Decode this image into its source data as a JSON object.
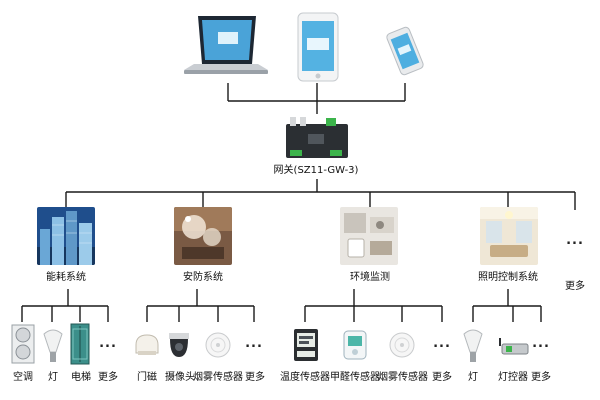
{
  "gateway": {
    "label": "网关(SZ11-GW-3)"
  },
  "subsystems": [
    {
      "label": "能耗系统",
      "image": "office-buildings"
    },
    {
      "label": "安防系统",
      "image": "security-scene"
    },
    {
      "label": "环境监测",
      "image": "environment-room"
    },
    {
      "label": "照明控制系统",
      "image": "lit-living-room"
    }
  ],
  "more_top": {
    "dots": "...",
    "label": "更多"
  },
  "devices": [
    {
      "label": "空调",
      "icon": "air-conditioner-icon"
    },
    {
      "label": "灯",
      "icon": "bulb-icon"
    },
    {
      "label": "电梯",
      "icon": "elevator-icon"
    },
    {
      "label": "更多",
      "dots": "..."
    },
    {
      "label": "门磁",
      "icon": "door-sensor-icon"
    },
    {
      "label": "摄像头",
      "icon": "dome-camera-icon"
    },
    {
      "label": "烟雾传感器",
      "icon": "smoke-sensor-icon"
    },
    {
      "label": "更多",
      "dots": "..."
    },
    {
      "label": "温度传感器",
      "icon": "thermometer-display-icon"
    },
    {
      "label": "甲醛传感器",
      "icon": "formaldehyde-sensor-icon"
    },
    {
      "label": "烟雾传感器",
      "icon": "smoke-sensor-icon"
    },
    {
      "label": "更多",
      "dots": "..."
    },
    {
      "label": "灯",
      "icon": "bulb-icon"
    },
    {
      "label": "灯控器",
      "icon": "light-controller-icon"
    },
    {
      "label": "更多",
      "dots": "..."
    }
  ]
}
